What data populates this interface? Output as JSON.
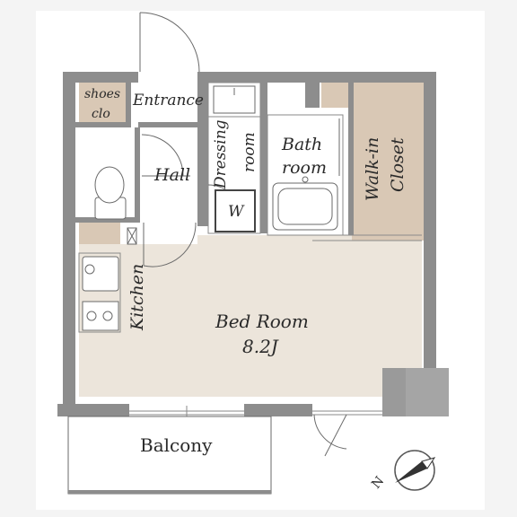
{
  "rooms": {
    "shoes_line1": "shoes",
    "shoes_line2": "clo",
    "entrance": "Entrance",
    "hall": "Hall",
    "dressing_line1": "Dressing",
    "dressing_line2": "room",
    "bath_line1": "Bath",
    "bath_line2": "room",
    "walkin_line1": "Walk-in",
    "walkin_line2": "Closet",
    "washer": "W",
    "kitchen": "Kitchen",
    "bedroom": "Bed Room",
    "bedroom_size": "8.2J",
    "balcony": "Balcony"
  },
  "compass": {
    "direction": "N"
  },
  "colors": {
    "wall": "#8d8d8d",
    "wall_dark": "#777777",
    "floor_wood": "#ece5db",
    "closet_brown": "#d9c8b5",
    "room_light": "#ffffff",
    "line": "#5a5a5a"
  }
}
